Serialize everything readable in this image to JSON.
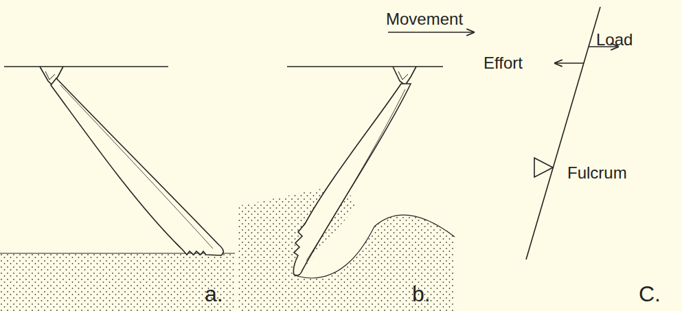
{
  "diagram": {
    "labels": [
      "Movement",
      "Load",
      "Effort",
      "Fulcrum",
      "a.",
      "b.",
      "C."
    ]
  }
}
